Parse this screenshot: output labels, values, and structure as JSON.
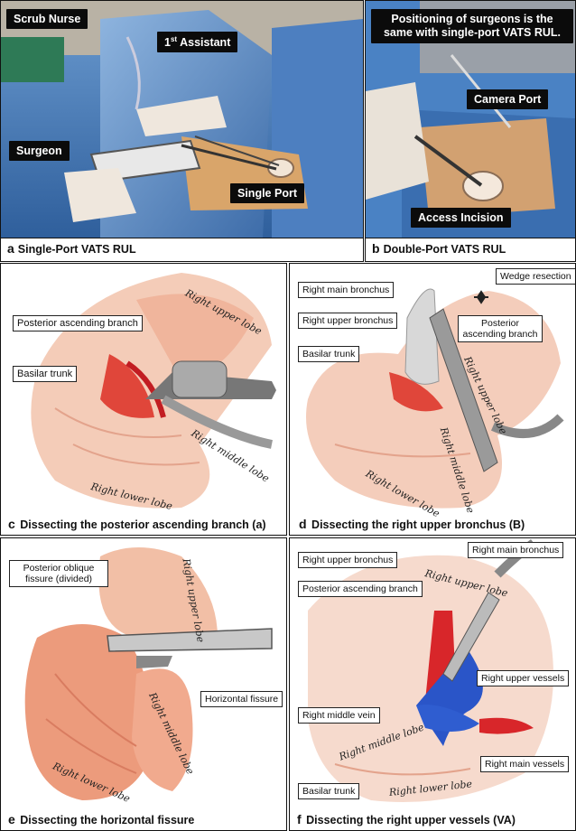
{
  "panel_a": {
    "letter": "a",
    "caption": "Single-Port VATS RUL",
    "labels": {
      "scrub_nurse": "Scrub Nurse",
      "assistant_num": "1",
      "assistant_sup": "st",
      "assistant_word": " Assistant",
      "surgeon": "Surgeon",
      "single_port": "Single Port"
    }
  },
  "panel_b": {
    "letter": "b",
    "caption": "Double-Port VATS RUL",
    "labels": {
      "positioning": "Positioning of surgeons is the same with single-port VATS RUL.",
      "camera_port": "Camera Port",
      "access_incision": "Access Incision"
    }
  },
  "panel_c": {
    "letter": "c",
    "caption": "Dissecting the posterior ascending branch (a)",
    "labels": {
      "posterior_ascending_branch": "Posterior ascending branch",
      "basilar_trunk": "Basilar trunk",
      "right_upper_lobe": "Right upper lobe",
      "right_middle_lobe": "Right middle lobe",
      "right_lower_lobe": "Right lower lobe"
    }
  },
  "panel_d": {
    "letter": "d",
    "caption": "Dissecting the right upper bronchus (B)",
    "labels": {
      "right_main_bronchus": "Right main bronchus",
      "wedge_resection": "Wedge resection",
      "right_upper_bronchus": "Right upper bronchus",
      "posterior_ascending_branch": "Posterior ascending branch",
      "basilar_trunk": "Basilar trunk",
      "right_upper_lobe": "Right upper lobe",
      "right_middle_lobe": "Right middle lobe",
      "right_lower_lobe": "Right lower lobe"
    }
  },
  "panel_e": {
    "letter": "e",
    "caption": "Dissecting the horizontal fissure",
    "labels": {
      "posterior_oblique_fissure": "Posterior oblique fissure (divided)",
      "horizontal_fissure": "Horizontal fissure",
      "right_upper_lobe": "Right upper lobe",
      "right_middle_lobe": "Right middle lobe",
      "right_lower_lobe": "Right lower lobe"
    }
  },
  "panel_f": {
    "letter": "f",
    "caption": "Dissecting the right upper vessels (VA)",
    "labels": {
      "right_main_bronchus": "Right main bronchus",
      "right_upper_bronchus": "Right upper bronchus",
      "right_upper_lobe": "Right upper lobe",
      "posterior_ascending_branch": "Posterior ascending branch",
      "right_upper_vessels": "Right upper vessels",
      "right_middle_vein": "Right middle vein",
      "right_middle_lobe": "Right middle lobe",
      "right_main_vessels": "Right main vessels",
      "basilar_trunk": "Basilar trunk",
      "right_lower_lobe": "Right lower lobe"
    }
  },
  "colors": {
    "drape_blue": "#3f78b8",
    "tissue_pink": "#e9a487",
    "vessel_red": "#d8262a",
    "vein_blue": "#2a55c8"
  }
}
